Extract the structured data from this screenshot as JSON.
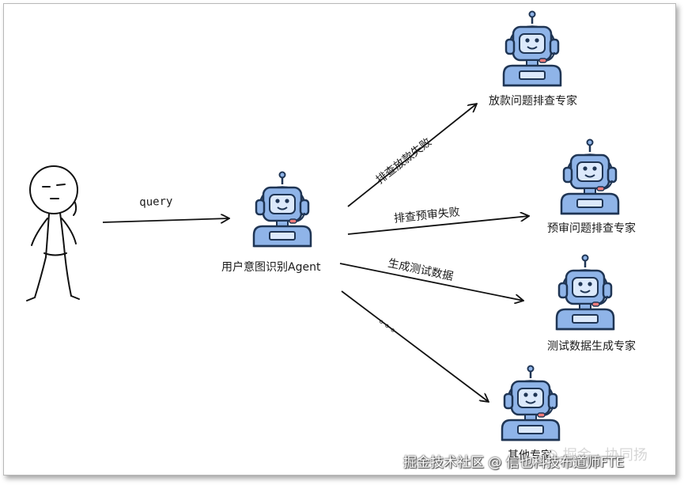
{
  "edges": {
    "query": "query",
    "loan": "排查放款失败",
    "prepay": "排查预审失败",
    "testdata": "生成测试数据",
    "more": "。。。"
  },
  "nodes": {
    "router": "用户意图识别Agent",
    "loan_expert": "放款问题排查专家",
    "prepay_expert": "预审问题排查专家",
    "testdata_expert": "测试数据生成专家",
    "other_expert": "其他专家"
  },
  "watermark": {
    "main": "掘金技术社区 @ 信也科技布道师FTE",
    "faint": "@  掘金 · 协同扬"
  },
  "colors": {
    "robot_blue": "#8fb4e8",
    "robot_dark": "#1f3554",
    "robot_light": "#dce9fb",
    "robot_accent": "#f07a7a"
  }
}
